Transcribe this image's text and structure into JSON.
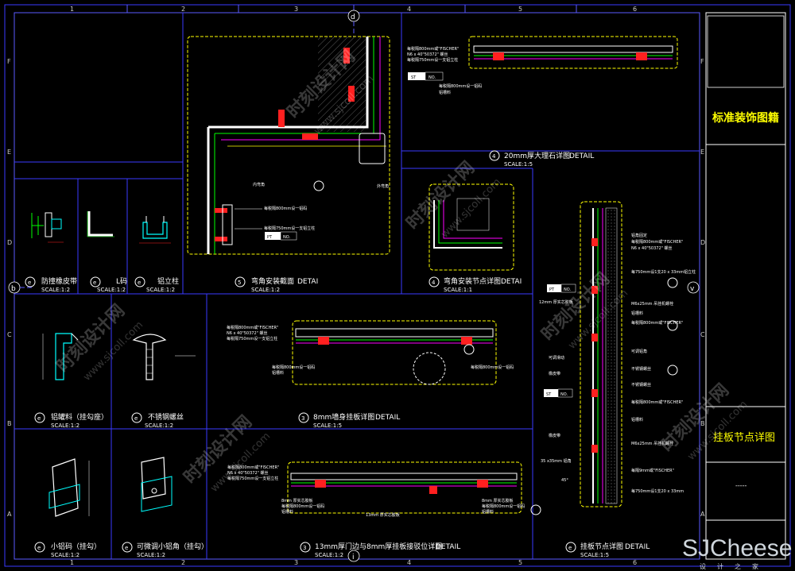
{
  "grid": {
    "columns": [
      "1",
      "2",
      "3",
      "4",
      "5",
      "6"
    ],
    "rows": [
      "F",
      "E",
      "D",
      "C",
      "B",
      "A"
    ],
    "axis_markers": {
      "top": "d",
      "bottom": "i",
      "left": "b",
      "right": "v"
    }
  },
  "sidebar": {
    "title": "标准装饰图籍",
    "subtitle": "挂板节点详图",
    "dashes": "-----"
  },
  "panels": [
    {
      "id": "p-rubber",
      "mark": "e",
      "title": "防撞橡皮带",
      "scale": "SCALE:1:2"
    },
    {
      "id": "p-lcode",
      "mark": "e",
      "title": "L码",
      "scale": "SCALE:1:2"
    },
    {
      "id": "p-alpost",
      "mark": "e",
      "title": "铝立柱",
      "scale": "SCALE:1:2"
    },
    {
      "id": "p-corner-section",
      "mark": "5",
      "title": "弯角安装截面",
      "suffix": "DETAI",
      "scale": "SCALE:1:2"
    },
    {
      "id": "p-corner-node",
      "mark": "4",
      "title": "弯角安装节点详图",
      "suffix": "DETAI",
      "scale": "SCALE:1:1"
    },
    {
      "id": "p-marble",
      "mark": "4",
      "title": "20mm厚大理石详图",
      "suffix": "DETAIL",
      "scale": "SCALE:1:5"
    },
    {
      "id": "p-hook",
      "mark": "e",
      "title": "铝罐料（挂勾座）",
      "scale": "SCALE:1:2"
    },
    {
      "id": "p-steel",
      "mark": "e",
      "title": "不锈钢螺丝",
      "scale": "SCALE:1:2"
    },
    {
      "id": "p-8mm",
      "mark": "3",
      "title": "8mm墙身挂板详图",
      "suffix": "DETAIL",
      "scale": "SCALE:1:5"
    },
    {
      "id": "p-small-code",
      "mark": "e",
      "title": "小铝码（挂勾）",
      "scale": "SCALE:1:2"
    },
    {
      "id": "p-adj-code",
      "mark": "e",
      "title": "可微调小铝角（挂勾）",
      "scale": "SCALE:1:2"
    },
    {
      "id": "p-13mm",
      "mark": "3",
      "title": "13mm厚门边与8mm厚挂板接驳位详图",
      "suffix": "DETAIL",
      "scale": "SCALE:1:2"
    },
    {
      "id": "p-hang",
      "mark": "e",
      "title": "挂板节点详图",
      "suffix": "DETAIL",
      "scale": "SCALE:1:5"
    }
  ],
  "notes": {
    "fischer_a": "每税隔800mm或\"FISCHER\"",
    "fischer_b": "N6 x 40\"50372\" 螺丝",
    "fischer_c": "每税隔750mm设一支铝立柱",
    "st": "ST",
    "no": "NO.",
    "pt": "PT",
    "al_every800": "每税隔800mm设一铝码",
    "al_material": "铝槽料",
    "inner_corner": "内弯角",
    "outer_corner": "外弯角",
    "al_every750": "每税隔750mm设一支铝立柱",
    "board_8mm": "8mm 厚实芯胶板",
    "board_13mm": "13mm 厚实芯胶板",
    "al_code_fixed": "铝角固定",
    "bolt_m6": "M6x25mm 吊挂机螺栓",
    "col_alp": "每750mm设1支20 x 33mm铝立柱",
    "adj_code": "可调铝角",
    "rubber": "橡皮带",
    "stainless_bolt": "不锈钢螺丝",
    "al_35": "35 x35mm 铝角",
    "fischer_9": "每隔9mm或\"FISCHER\"",
    "fix_750": "每750mm设1支20 x 33mm",
    "thin_board": "12mm 厚实芯胶板",
    "adj_small": "可调滑动",
    "dim_45": "45°"
  },
  "watermarks": {
    "cn": "时刻设计网",
    "url": "www.sjcoll.com"
  },
  "brand": {
    "name": "SJCheese",
    "sub": "设计之家"
  },
  "colors": {
    "frame": "#3a3aff",
    "yellow": "#ffff00",
    "red": "#ff2020",
    "green": "#00ff00",
    "cyan": "#00ffff",
    "magenta": "#ff00ff",
    "white": "#ffffff"
  }
}
